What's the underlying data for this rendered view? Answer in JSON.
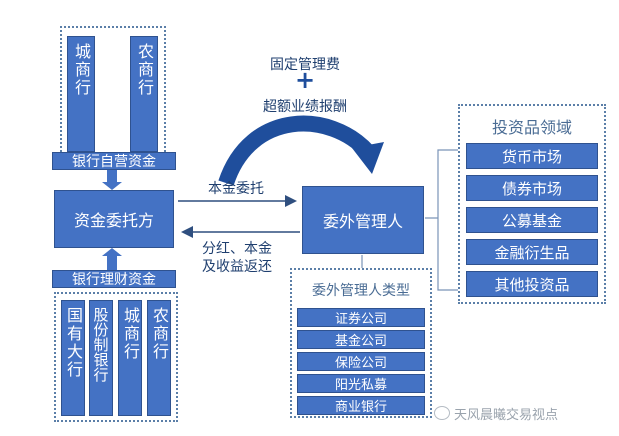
{
  "top_sources": [
    "城商行",
    "农商行"
  ],
  "bank_self_funds": "银行自营资金",
  "fund_trustor": "资金委托方",
  "bank_wealth_funds": "银行理财资金",
  "bottom_sources": [
    "国有大行",
    "股份制银行",
    "城商行",
    "农商行"
  ],
  "fee_fixed": "固定管理费",
  "fee_plus": "+",
  "fee_excess": "超额业绩报酬",
  "principal_entrust": "本金委托",
  "return_label_line1": "分红、本金",
  "return_label_line2": "及收益返还",
  "outsourced_manager": "委外管理人",
  "manager_types_title": "委外管理人类型",
  "manager_types": [
    "证券公司",
    "基金公司",
    "保险公司",
    "阳光私募",
    "商业银行"
  ],
  "investment_title": "投资品领域",
  "investment_areas": [
    "货币市场",
    "债券市场",
    "公募基金",
    "金融衍生品",
    "其他投资品"
  ],
  "watermark": "天风晨曦交易视点"
}
